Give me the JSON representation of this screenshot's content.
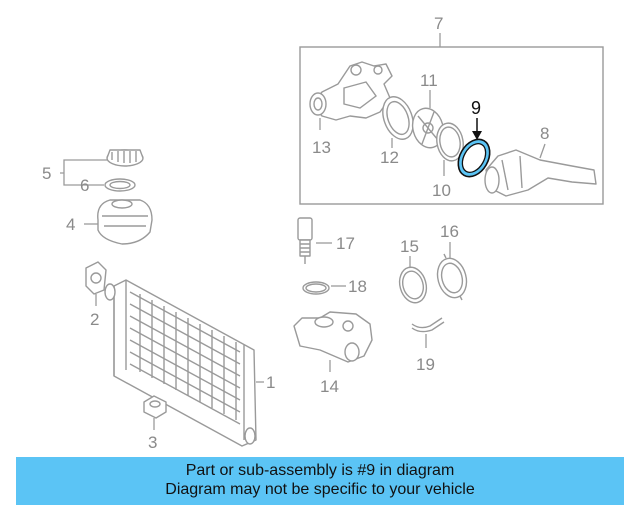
{
  "diagram": {
    "highlight_color": "#5bc4f5",
    "callouts": {
      "c1": "1",
      "c2": "2",
      "c3": "3",
      "c4": "4",
      "c5": "5",
      "c6": "6",
      "c7": "7",
      "c8": "8",
      "c9": "9",
      "c10": "10",
      "c11": "11",
      "c12": "12",
      "c13": "13",
      "c14": "14",
      "c15": "15",
      "c16": "16",
      "c17": "17",
      "c18": "18",
      "c19": "19"
    }
  },
  "banner": {
    "line1": "Part or sub-assembly is #9 in diagram",
    "line2": "Diagram may not be specific to your vehicle",
    "background": "#5bc4f5"
  }
}
